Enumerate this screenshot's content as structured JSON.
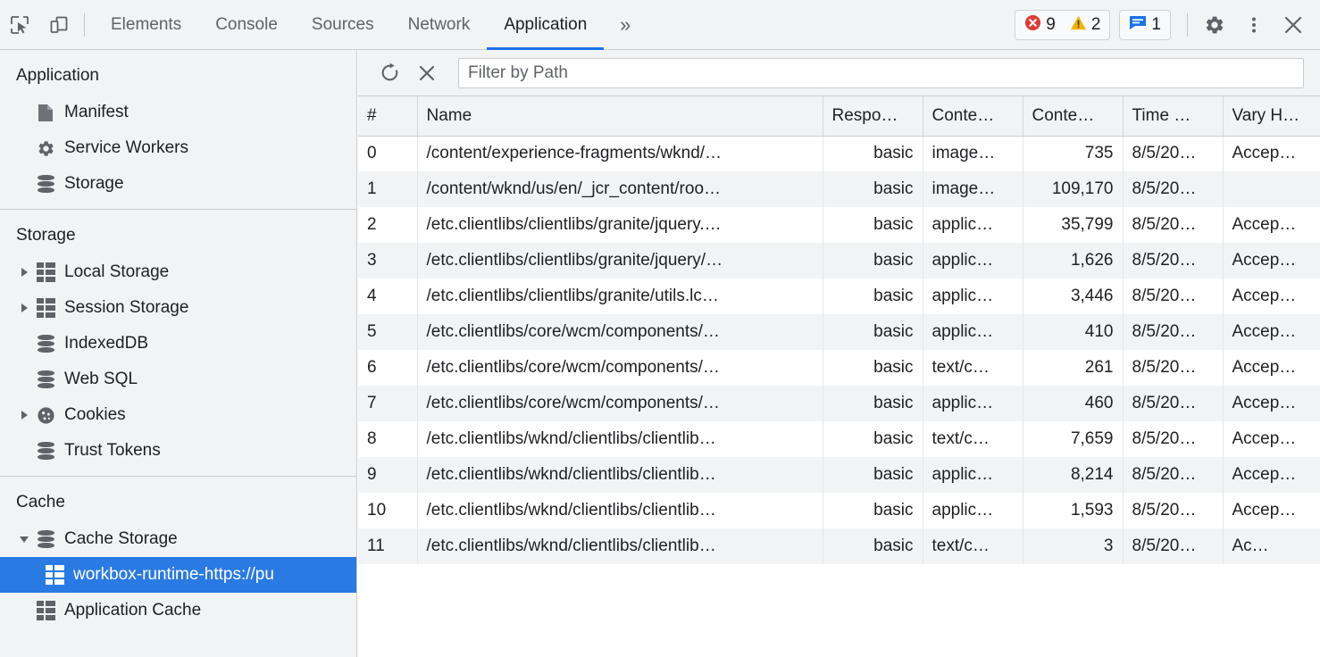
{
  "toolbar": {
    "inspect_icon": "inspect-element-icon",
    "device_icon": "device-toolbar-icon",
    "tabs": [
      {
        "label": "Elements",
        "active": false
      },
      {
        "label": "Console",
        "active": false
      },
      {
        "label": "Sources",
        "active": false
      },
      {
        "label": "Network",
        "active": false
      },
      {
        "label": "Application",
        "active": true
      }
    ],
    "more_tabs_label": "»",
    "errors_count": "9",
    "warnings_count": "2",
    "messages_count": "1",
    "settings_icon": "gear-icon",
    "menu_icon": "more-vertical-icon",
    "close_icon": "close-icon",
    "accent_color": "#1a73e8",
    "error_color": "#e03a35",
    "warning_color": "#f4b400",
    "message_color": "#1a73e8"
  },
  "sidebar": {
    "sections": [
      {
        "title": "Application",
        "items": [
          {
            "label": "Manifest",
            "icon": "manifest-document-icon",
            "twisty": "none",
            "indent": 1,
            "selected": false
          },
          {
            "label": "Service Workers",
            "icon": "gear-icon",
            "twisty": "none",
            "indent": 1,
            "selected": false
          },
          {
            "label": "Storage",
            "icon": "database-icon",
            "twisty": "none",
            "indent": 1,
            "selected": false
          }
        ]
      },
      {
        "title": "Storage",
        "items": [
          {
            "label": "Local Storage",
            "icon": "table-icon",
            "twisty": "collapsed",
            "indent": 1,
            "selected": false
          },
          {
            "label": "Session Storage",
            "icon": "table-icon",
            "twisty": "collapsed",
            "indent": 1,
            "selected": false
          },
          {
            "label": "IndexedDB",
            "icon": "database-icon",
            "twisty": "none",
            "indent": 1,
            "selected": false
          },
          {
            "label": "Web SQL",
            "icon": "database-icon",
            "twisty": "none",
            "indent": 1,
            "selected": false
          },
          {
            "label": "Cookies",
            "icon": "cookie-icon",
            "twisty": "collapsed",
            "indent": 1,
            "selected": false
          },
          {
            "label": "Trust Tokens",
            "icon": "database-icon",
            "twisty": "none",
            "indent": 1,
            "selected": false
          }
        ]
      },
      {
        "title": "Cache",
        "items": [
          {
            "label": "Cache Storage",
            "icon": "database-icon",
            "twisty": "expanded",
            "indent": 1,
            "selected": false
          },
          {
            "label": "workbox-runtime-https://pu",
            "icon": "table-icon",
            "twisty": "none",
            "indent": 2,
            "selected": true
          },
          {
            "label": "Application Cache",
            "icon": "table-icon",
            "twisty": "none",
            "indent": 1,
            "selected": false
          }
        ]
      }
    ],
    "selection_color": "#2a7ae4"
  },
  "filterbar": {
    "refresh_icon": "refresh-icon",
    "clear_icon": "close-icon",
    "filter_placeholder": "Filter by Path",
    "filter_value": ""
  },
  "grid": {
    "columns": [
      {
        "key": "num",
        "label": "#"
      },
      {
        "key": "name",
        "label": "Name"
      },
      {
        "key": "resp",
        "label": "Respo…"
      },
      {
        "key": "ctype",
        "label": "Conte…"
      },
      {
        "key": "clen",
        "label": "Conte…"
      },
      {
        "key": "time",
        "label": "Time …"
      },
      {
        "key": "vary",
        "label": "Vary H…"
      }
    ],
    "rows": [
      {
        "num": "0",
        "name": "/content/experience-fragments/wknd/…",
        "resp": "basic",
        "ctype": "image…",
        "clen": "735",
        "time": "8/5/20…",
        "vary": "Accep…"
      },
      {
        "num": "1",
        "name": "/content/wknd/us/en/_jcr_content/roo…",
        "resp": "basic",
        "ctype": "image…",
        "clen": "109,170",
        "time": "8/5/20…",
        "vary": ""
      },
      {
        "num": "2",
        "name": "/etc.clientlibs/clientlibs/granite/jquery.…",
        "resp": "basic",
        "ctype": "applic…",
        "clen": "35,799",
        "time": "8/5/20…",
        "vary": "Accep…"
      },
      {
        "num": "3",
        "name": "/etc.clientlibs/clientlibs/granite/jquery/…",
        "resp": "basic",
        "ctype": "applic…",
        "clen": "1,626",
        "time": "8/5/20…",
        "vary": "Accep…"
      },
      {
        "num": "4",
        "name": "/etc.clientlibs/clientlibs/granite/utils.lc…",
        "resp": "basic",
        "ctype": "applic…",
        "clen": "3,446",
        "time": "8/5/20…",
        "vary": "Accep…"
      },
      {
        "num": "5",
        "name": "/etc.clientlibs/core/wcm/components/…",
        "resp": "basic",
        "ctype": "applic…",
        "clen": "410",
        "time": "8/5/20…",
        "vary": "Accep…"
      },
      {
        "num": "6",
        "name": "/etc.clientlibs/core/wcm/components/…",
        "resp": "basic",
        "ctype": "text/c…",
        "clen": "261",
        "time": "8/5/20…",
        "vary": "Accep…"
      },
      {
        "num": "7",
        "name": "/etc.clientlibs/core/wcm/components/…",
        "resp": "basic",
        "ctype": "applic…",
        "clen": "460",
        "time": "8/5/20…",
        "vary": "Accep…"
      },
      {
        "num": "8",
        "name": "/etc.clientlibs/wknd/clientlibs/clientlib…",
        "resp": "basic",
        "ctype": "text/c…",
        "clen": "7,659",
        "time": "8/5/20…",
        "vary": "Accep…"
      },
      {
        "num": "9",
        "name": "/etc.clientlibs/wknd/clientlibs/clientlib…",
        "resp": "basic",
        "ctype": "applic…",
        "clen": "8,214",
        "time": "8/5/20…",
        "vary": "Accep…"
      },
      {
        "num": "10",
        "name": "/etc.clientlibs/wknd/clientlibs/clientlib…",
        "resp": "basic",
        "ctype": "applic…",
        "clen": "1,593",
        "time": "8/5/20…",
        "vary": "Accep…"
      },
      {
        "num": "11",
        "name": "/etc.clientlibs/wknd/clientlibs/clientlib…",
        "resp": "basic",
        "ctype": "text/c…",
        "clen": "3",
        "time": "8/5/20…",
        "vary": "Ac…"
      }
    ]
  }
}
